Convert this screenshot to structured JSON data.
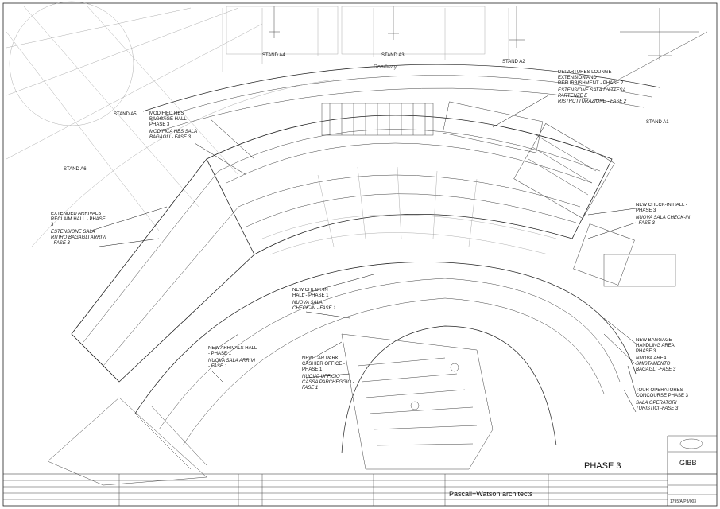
{
  "labels": {
    "roadway": "Roadway",
    "stand_a1": "STAND A1",
    "stand_a2": "STAND A2",
    "stand_a3": "STAND A3",
    "stand_a4": "STAND A4",
    "stand_a5": "STAND A5",
    "stand_a6": "STAND A6",
    "departures_lounge_en": "DEPARTURES LOUNGE EXTENSION AND REFURBISHMENT - PHASE 2",
    "departures_lounge_it": "ESTENSIONE SALA D'ATTESA PARTENZE E RISTRUTTURAZIONE - FASE 2",
    "modified_hbs_en": "MODIFIED HBS BAGGAGE HALL - PHASE 3",
    "modified_hbs_it": "MODIFICA HBS SALA BAGAGLI - FASE 3",
    "extended_arrivals_en": "EXTENDED ARRIVALS RECLAIM HALL - PHASE 3",
    "extended_arrivals_it": "ESTENSIONE SALA RITIRO BAGAGLI ARRIVI - FASE 3",
    "new_checkin_right_en": "NEW CHECK-IN HALL - PHASE 3",
    "new_checkin_right_it": "NUOVA SALA CHECK-IN - FASE 3",
    "new_checkin_center_en": "NEW CHECK-IN HALL - PHASE 1",
    "new_checkin_center_it": "NUOVA SALA CHECK-IN - FASE 1",
    "new_arrivals_en": "NEW ARRIVALS HALL - PHASE 1",
    "new_arrivals_it": "NUOVA SALA ARRIVI - FASE 1",
    "car_park_en": "NEW CAR PARK CASHIER OFFICE - PHASE 1",
    "car_park_it": "NUOVO UFFICIO CASSA PARCHEGGIO - FASE 1",
    "baggage_handling_en": "NEW BAGGAGE HANDLING AREA PHASE 3",
    "baggage_handling_it": "NUOVA AREA SMISTAMENTO BAGAGLI -FASE 3",
    "tour_operators_en": "TOUR OPERATORES CONCOURSE PHASE 3",
    "tour_operators_it": "SALA OPERATORI TURISTICI -FASE 3",
    "phase_title": "PHASE 3"
  },
  "title_block": {
    "architect": "Pascall+Watson architects",
    "client_logo": "GIBB",
    "drawing_number": "1795/A/P3/003"
  }
}
